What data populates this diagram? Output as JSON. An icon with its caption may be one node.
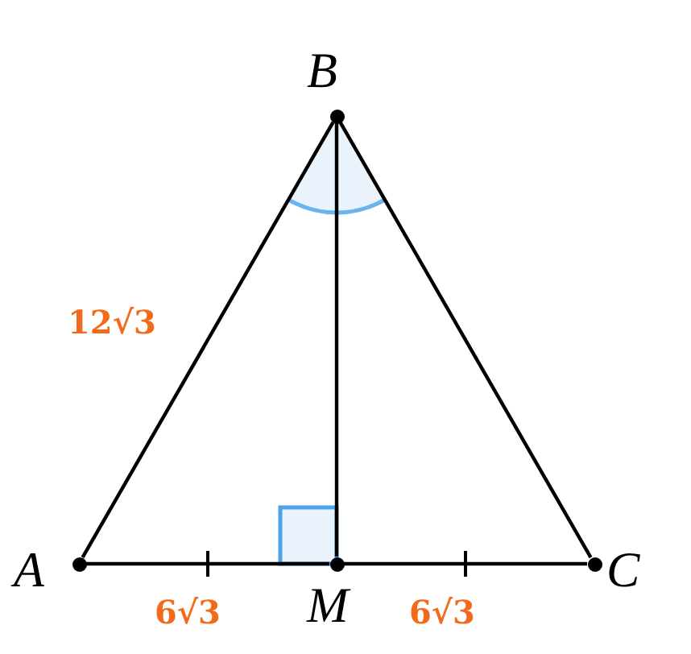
{
  "diagram": {
    "nodes": [
      {
        "text": [
          "B"
        ]
      },
      {
        "text": [
          "A"
        ]
      },
      {
        "text": [
          "M"
        ]
      },
      {
        "text": [
          "C"
        ]
      }
    ],
    "edges": [
      {
        "from": 0,
        "to": 1,
        "arrow": "none"
      },
      {
        "from": 0,
        "to": 3,
        "arrow": "none"
      },
      {
        "from": 0,
        "to": 2,
        "arrow": "none"
      },
      {
        "from": 1,
        "to": 2,
        "arrow": "none"
      },
      {
        "from": 2,
        "to": 3,
        "arrow": "none"
      }
    ],
    "labels": [
      "12√3",
      "6√3",
      "6√3"
    ]
  }
}
